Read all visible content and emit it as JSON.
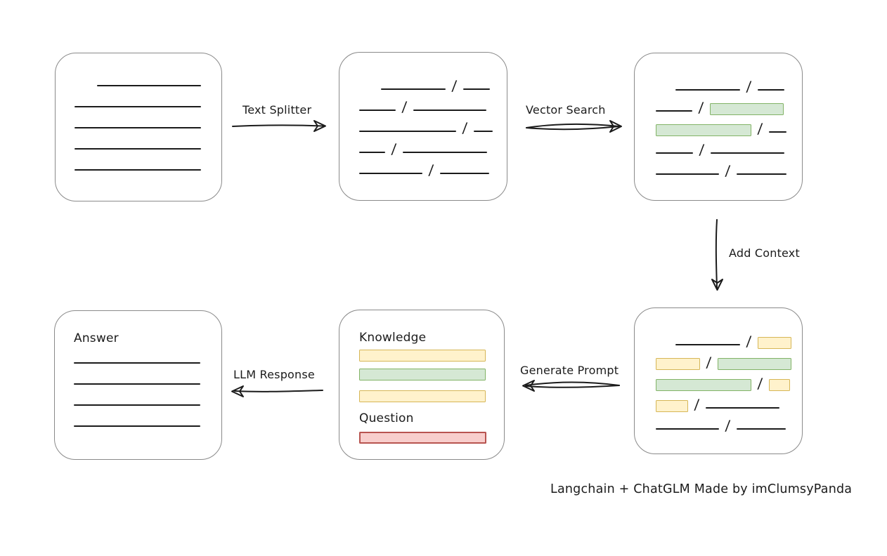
{
  "caption": {
    "text": "Langchain + ChatGLM Made by imClumsyPanda"
  },
  "colors": {
    "green_fill": "#d5e8d4",
    "green_border": "#82b366",
    "yellow_fill": "#fff2cc",
    "yellow_border": "#d6b656",
    "red_fill": "#f8cecc",
    "red_border": "#b85450",
    "box_border": "#8a8a8a",
    "ink": "#1b1b1b"
  },
  "arrows": {
    "text_splitter": {
      "label": "Text Splitter"
    },
    "vector_search": {
      "label": "Vector Search"
    },
    "add_context": {
      "label": "Add Context"
    },
    "generate_prompt": {
      "label": "Generate Prompt"
    },
    "llm_response": {
      "label": "LLM Response"
    }
  },
  "boxes": {
    "document": {
      "rows": [
        {
          "segs": [
            {
              "t": "line",
              "w": 148,
              "ml": 32
            }
          ]
        },
        {
          "segs": [
            {
              "t": "line",
              "w": 180
            }
          ]
        },
        {
          "segs": [
            {
              "t": "line",
              "w": 180
            }
          ]
        },
        {
          "segs": [
            {
              "t": "line",
              "w": 180
            }
          ]
        },
        {
          "segs": [
            {
              "t": "line",
              "w": 180
            }
          ]
        }
      ]
    },
    "chunks": {
      "rows": [
        {
          "segs": [
            {
              "t": "line",
              "w": 92,
              "ml": 31
            },
            {
              "t": "slash"
            },
            {
              "t": "line",
              "w": 38
            }
          ]
        },
        {
          "segs": [
            {
              "t": "line",
              "w": 52
            },
            {
              "t": "slash"
            },
            {
              "t": "line",
              "w": 104
            }
          ]
        },
        {
          "segs": [
            {
              "t": "line",
              "w": 138
            },
            {
              "t": "slash"
            },
            {
              "t": "line",
              "w": 27
            }
          ]
        },
        {
          "segs": [
            {
              "t": "line",
              "w": 37
            },
            {
              "t": "slash"
            },
            {
              "t": "line",
              "w": 120
            }
          ]
        },
        {
          "segs": [
            {
              "t": "line",
              "w": 90
            },
            {
              "t": "slash"
            },
            {
              "t": "line",
              "w": 70
            }
          ]
        }
      ]
    },
    "search_results": {
      "rows": [
        {
          "segs": [
            {
              "t": "line",
              "w": 92,
              "ml": 28
            },
            {
              "t": "slash"
            },
            {
              "t": "line",
              "w": 38
            }
          ]
        },
        {
          "segs": [
            {
              "t": "line",
              "w": 52
            },
            {
              "t": "slash"
            },
            {
              "t": "chunk",
              "c": "green",
              "w": 105
            }
          ]
        },
        {
          "segs": [
            {
              "t": "chunk",
              "c": "green",
              "w": 136
            },
            {
              "t": "slash"
            },
            {
              "t": "line",
              "w": 25
            }
          ]
        },
        {
          "segs": [
            {
              "t": "line",
              "w": 53
            },
            {
              "t": "slash"
            },
            {
              "t": "line",
              "w": 105
            }
          ]
        },
        {
          "segs": [
            {
              "t": "line",
              "w": 90
            },
            {
              "t": "slash"
            },
            {
              "t": "line",
              "w": 71
            }
          ]
        }
      ]
    },
    "context": {
      "rows": [
        {
          "segs": [
            {
              "t": "line",
              "w": 92,
              "ml": 28
            },
            {
              "t": "slash"
            },
            {
              "t": "chunk",
              "c": "yellow",
              "w": 48
            }
          ]
        },
        {
          "segs": [
            {
              "t": "chunk",
              "c": "yellow",
              "w": 63
            },
            {
              "t": "slash"
            },
            {
              "t": "chunk",
              "c": "green",
              "w": 105
            }
          ]
        },
        {
          "segs": [
            {
              "t": "chunk",
              "c": "green",
              "w": 136
            },
            {
              "t": "slash"
            },
            {
              "t": "chunk",
              "c": "yellow",
              "w": 30
            }
          ]
        },
        {
          "segs": [
            {
              "t": "chunk",
              "c": "yellow",
              "w": 46
            },
            {
              "t": "slash"
            },
            {
              "t": "line",
              "w": 105
            }
          ]
        },
        {
          "segs": [
            {
              "t": "line",
              "w": 90
            },
            {
              "t": "slash"
            },
            {
              "t": "line",
              "w": 70
            }
          ]
        }
      ]
    },
    "prompt": {
      "rows": [
        {
          "h": 26,
          "segs": [
            {
              "t": "text",
              "v": "Knowledge"
            }
          ]
        },
        {
          "mt": 6,
          "h": 17,
          "segs": [
            {
              "t": "chunk",
              "c": "yellow",
              "w": 180
            }
          ]
        },
        {
          "mt": 10,
          "h": 17,
          "segs": [
            {
              "t": "chunk",
              "c": "green",
              "w": 180
            }
          ]
        },
        {
          "mt": 14,
          "h": 17,
          "segs": [
            {
              "t": "chunk",
              "c": "yellow",
              "w": 180
            }
          ]
        },
        {
          "mt": 8,
          "h": 26,
          "segs": [
            {
              "t": "text",
              "v": "Question"
            }
          ]
        },
        {
          "mt": 8,
          "h": 17,
          "segs": [
            {
              "t": "chunk",
              "c": "red",
              "w": 181
            }
          ]
        }
      ]
    },
    "answer": {
      "rows": [
        {
          "h": 26,
          "segs": [
            {
              "t": "text",
              "v": "Answer"
            }
          ]
        },
        {
          "segs": [
            {
              "t": "line",
              "w": 180
            }
          ]
        },
        {
          "segs": [
            {
              "t": "line",
              "w": 180
            }
          ]
        },
        {
          "segs": [
            {
              "t": "line",
              "w": 180
            }
          ]
        },
        {
          "segs": [
            {
              "t": "line",
              "w": 180
            }
          ]
        }
      ]
    }
  }
}
